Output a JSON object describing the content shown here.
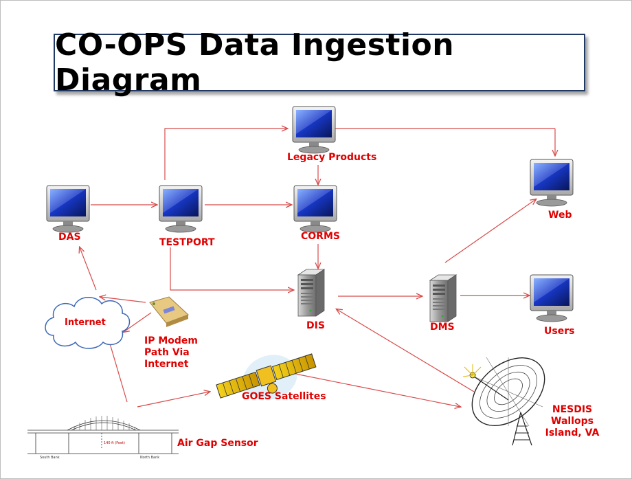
{
  "title": "CO-OPS Data Ingestion Diagram",
  "nodes": {
    "das": "DAS",
    "testport": "TESTPORT",
    "legacy": "Legacy Products",
    "corms": "CORMS",
    "web": "Web",
    "dis": "DIS",
    "dms": "DMS",
    "users": "Users",
    "internet": "Internet",
    "ip_modem": "IP Modem Path Via Internet",
    "goes": "GOES  Satellites",
    "air_gap": "Air Gap Sensor",
    "nesdis": "NESDIS Wallops Island, VA"
  },
  "bridge": {
    "south_bank": "South Bank",
    "north_bank": "North Bank",
    "clearance": "140 ft (Feet)"
  },
  "colors": {
    "arrow": "#d84a4a",
    "label": "#e00000",
    "title_border": "#1f3864"
  }
}
